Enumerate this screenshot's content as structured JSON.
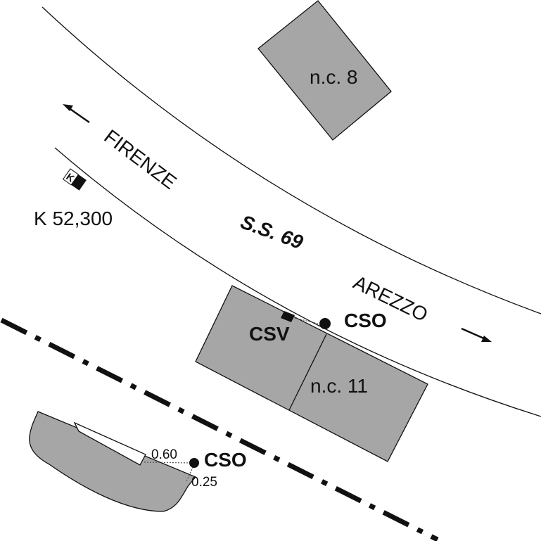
{
  "map": {
    "directions": {
      "firenze": "FIRENZE",
      "arezzo": "AREZZO"
    },
    "road_name": "S.S. 69",
    "kilometer_marker": "K 52,300",
    "kilometer_sign_letter": "K",
    "buildings": {
      "north": "n.c. 8",
      "south": "n.c. 11"
    },
    "points": {
      "cso_upper": "CSO",
      "csv": "CSV",
      "cso_lower": "CSO"
    },
    "measurements": {
      "horizontal": "0.60",
      "vertical": "0.25"
    },
    "colors": {
      "building_fill": "#a6a6a6",
      "water_fill": "#a6a6a6",
      "line": "#111111"
    }
  }
}
